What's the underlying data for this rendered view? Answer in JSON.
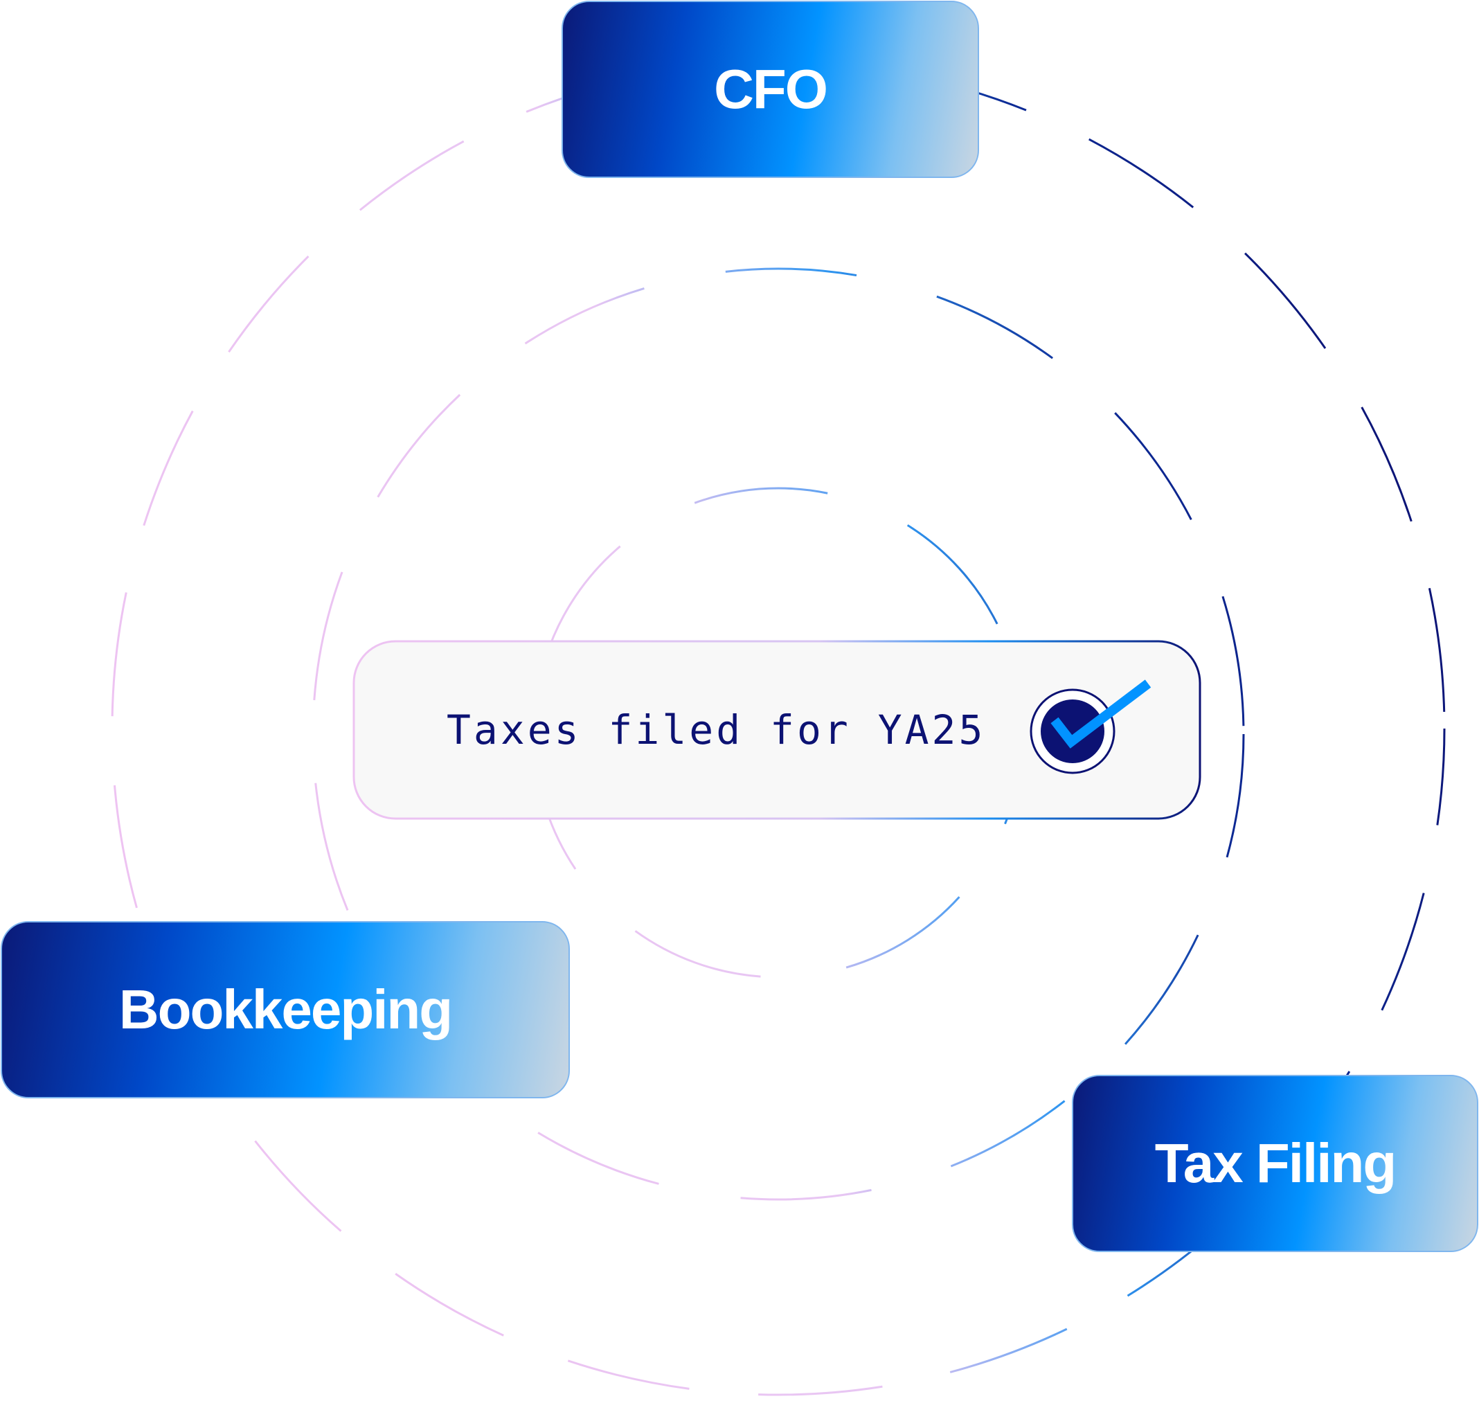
{
  "colors": {
    "navy": "#0c1273",
    "blue": "#0293ff",
    "pink": "#eec3f2",
    "card_bg": "#f8f8f8"
  },
  "nodes": {
    "cfo": "CFO",
    "bookkeeping": "Bookkeeping",
    "tax_filing": "Tax Filing"
  },
  "status_card": {
    "text": "Taxes filed for YA25",
    "icon": "check-circle-icon"
  }
}
